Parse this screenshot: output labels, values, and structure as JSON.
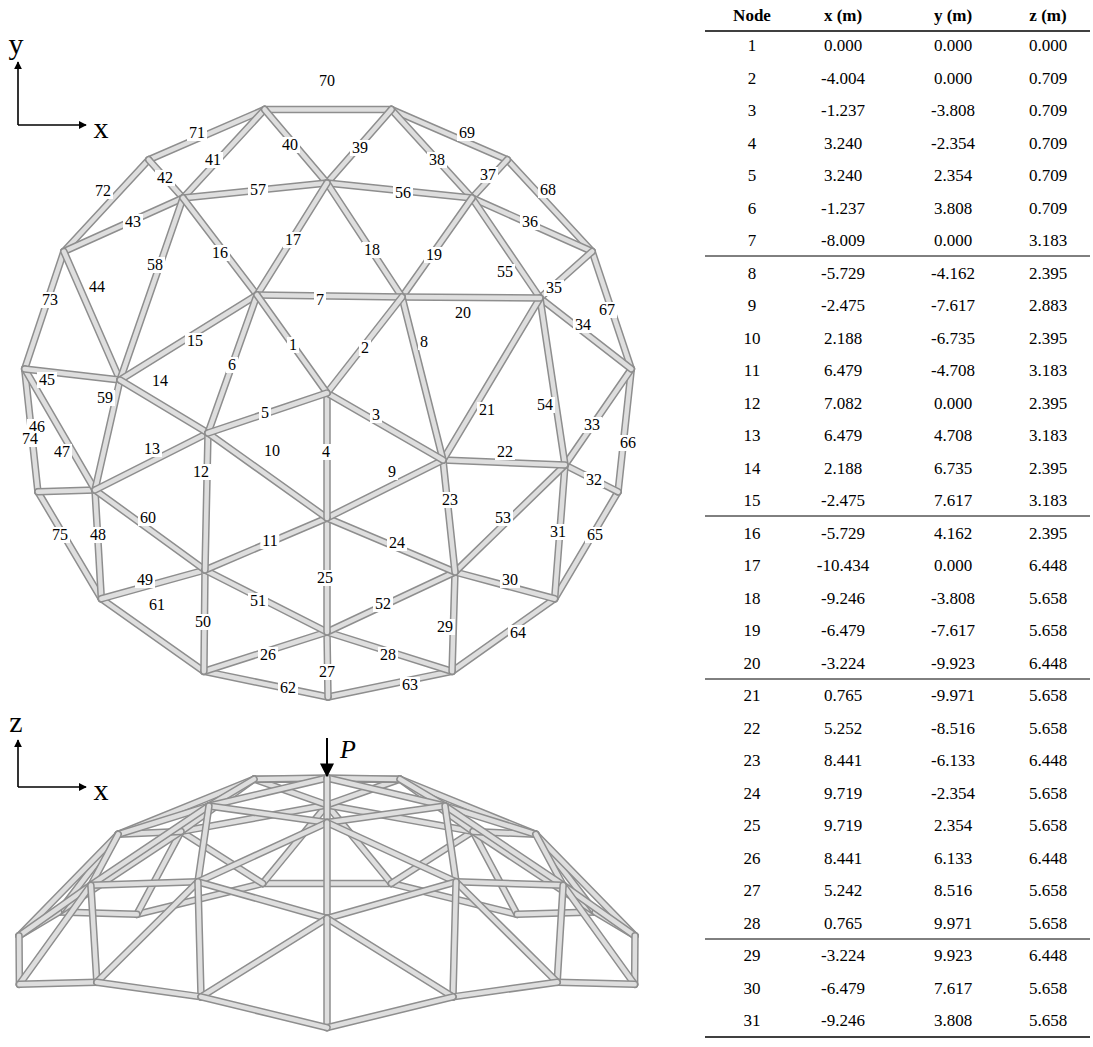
{
  "diagram": {
    "labels": [
      "y",
      "x",
      "z",
      "x",
      "P",
      "1",
      "2",
      "3",
      "4",
      "5",
      "6",
      "7",
      "8",
      "9",
      "10",
      "11",
      "12",
      "13",
      "14",
      "15",
      "16",
      "17",
      "18",
      "19",
      "20",
      "21",
      "22",
      "23",
      "24",
      "25",
      "26",
      "27",
      "28",
      "29",
      "30",
      "31",
      "32",
      "33",
      "34",
      "35",
      "36",
      "37",
      "38",
      "39",
      "40",
      "41",
      "42",
      "43",
      "44",
      "45",
      "46",
      "47",
      "48",
      "49",
      "50",
      "51",
      "52",
      "53",
      "54",
      "55",
      "56",
      "57",
      "58",
      "59",
      "60",
      "61",
      "62",
      "63",
      "64",
      "65",
      "66",
      "67",
      "68",
      "69",
      "70",
      "71",
      "72",
      "73",
      "74",
      "75",
      "Node",
      "x (m)",
      "y (m)",
      "z (m)",
      "1",
      "0.000",
      "0.000",
      "0.000",
      "2",
      "-4.004",
      "0.000",
      "0.709",
      "3",
      "-1.237",
      "-3.808",
      "0.709",
      "4",
      "3.240",
      "-2.354",
      "0.709",
      "5",
      "3.240",
      "2.354",
      "0.709",
      "6",
      "-1.237",
      "3.808",
      "0.709",
      "7",
      "-8.009",
      "0.000",
      "3.183",
      "8",
      "-5.729",
      "-4.162",
      "2.395",
      "9",
      "-2.475",
      "-7.617",
      "2.883",
      "10",
      "2.188",
      "-6.735",
      "2.395",
      "11",
      "6.479",
      "-4.708",
      "3.183",
      "12",
      "7.082",
      "0.000",
      "2.395",
      "13",
      "6.479",
      "4.708",
      "3.183",
      "14",
      "2.188",
      "6.735",
      "2.395",
      "15",
      "-2.475",
      "7.617",
      "3.183",
      "16",
      "-5.729",
      "4.162",
      "2.395",
      "17",
      "-10.434",
      "0.000",
      "6.448",
      "18",
      "-9.246",
      "-3.808",
      "5.658",
      "19",
      "-6.479",
      "-7.617",
      "5.658",
      "20",
      "-3.224",
      "-9.923",
      "6.448",
      "21",
      "0.765",
      "-9.971",
      "5.658",
      "22",
      "5.252",
      "-8.516",
      "5.658",
      "23",
      "8.441",
      "-6.133",
      "6.448",
      "24",
      "9.719",
      "-2.354",
      "5.658",
      "25",
      "9.719",
      "2.354",
      "5.658",
      "26",
      "8.441",
      "6.133",
      "6.448",
      "27",
      "5.242",
      "8.516",
      "5.658",
      "28",
      "0.765",
      "9.971",
      "5.658",
      "29",
      "-3.224",
      "9.923",
      "6.448",
      "30",
      "-6.479",
      "7.617",
      "5.658",
      "31",
      "-9.246",
      "3.808",
      "5.658"
    ]
  }
}
